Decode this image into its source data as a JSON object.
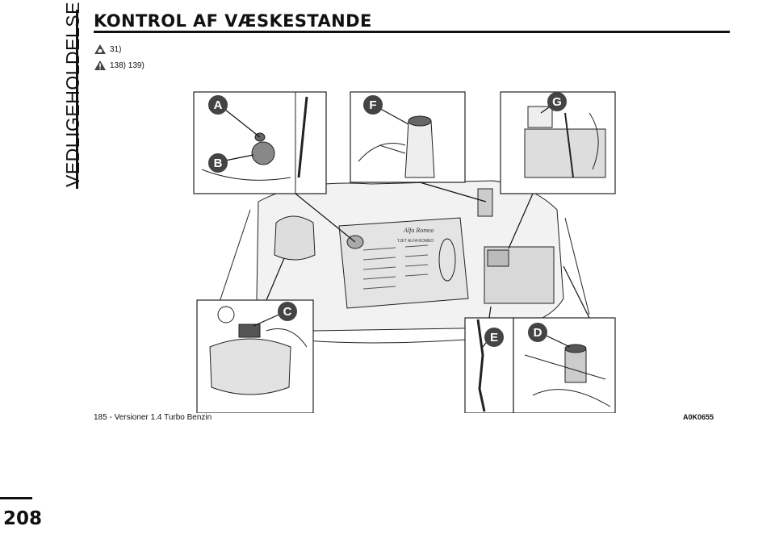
{
  "page": {
    "side_tab": "VEDLIGEHOLDELSE",
    "title": "KONTROL AF VÆSKESTANDE",
    "page_number": "208"
  },
  "warnings": [
    {
      "icon": "hand-caution-icon",
      "text": "31)"
    },
    {
      "icon": "warning-triangle-icon",
      "text": "138) 139)"
    }
  ],
  "figure": {
    "callouts": [
      "A",
      "B",
      "C",
      "D",
      "E",
      "F",
      "G"
    ],
    "caption": "185 - Versioner 1.4 Turbo Benzin",
    "code": "A0K0655",
    "engine_badge": "Alfa Romeo",
    "engine_subtext": "TJET ALFA ROMEO"
  }
}
